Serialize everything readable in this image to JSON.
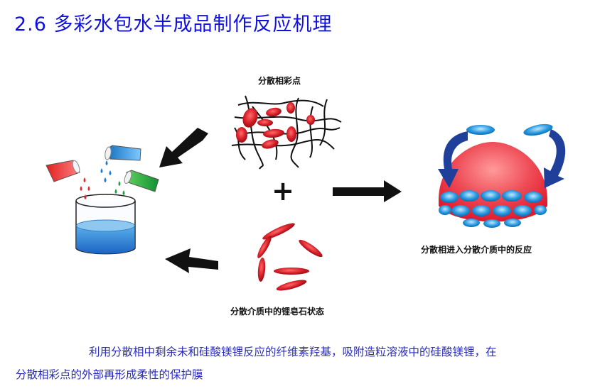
{
  "title": "2.6 多彩水包水半成品制作反应机理",
  "labels": {
    "dispersed_dots": "分散相彩点",
    "dispersed_into_medium": "分散相进入分散介质中的反应",
    "lithium_soap_state": "分散介质中的锂皂石状态",
    "plus": "+"
  },
  "caption": {
    "line1": "利用分散相中剩余未和硅酸镁锂反应的纤维素羟基，吸附造粒溶液中的硅酸镁锂，在",
    "line2": "分散相彩点的外部再形成柔性的保护膜"
  },
  "colors": {
    "title": "#1010e0",
    "caption": "#2a2ac0",
    "red_particle": "#d8202a",
    "blue_particle": "#2a9ae0",
    "arrow": "#111111",
    "curved_arrow": "#1f3f9a"
  }
}
